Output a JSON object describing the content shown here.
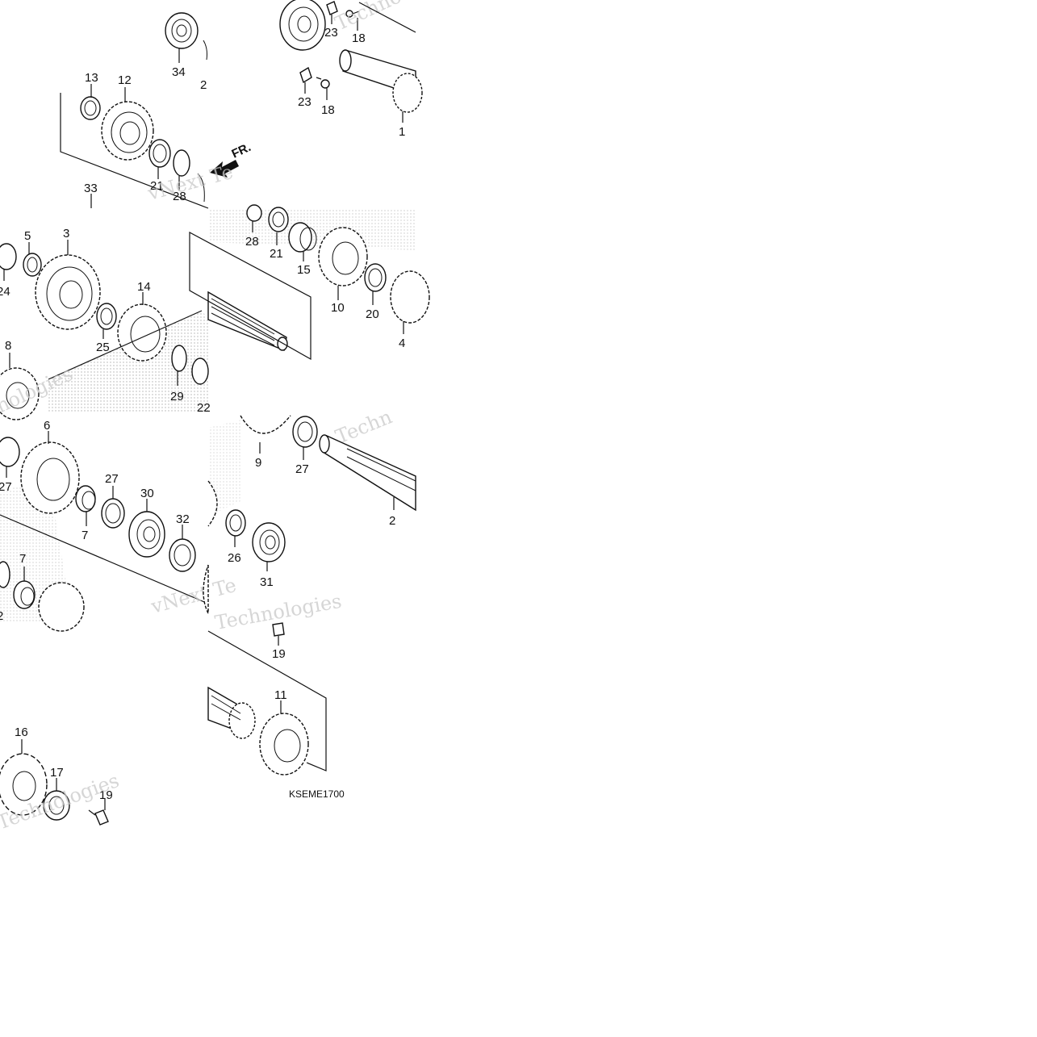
{
  "diagram": {
    "code_label": "KSEME1700",
    "front_arrow_label": "FR.",
    "watermark_text": "vNext Technologies",
    "watermark_fragments": [
      "Techno",
      "vNext Te",
      "vNext Te",
      "Technologies",
      "Techn",
      "nologies",
      "Technologies"
    ],
    "callouts": {
      "p1": "1",
      "p2": "2",
      "p3": "3",
      "p4": "4",
      "p5": "5",
      "p6": "6",
      "p7a": "7",
      "p7b": "7",
      "p8": "8",
      "p9": "9",
      "p10": "10",
      "p11": "11",
      "p12": "12",
      "p13": "13",
      "p14": "14",
      "p15": "15",
      "p16": "16",
      "p17": "17",
      "p18a": "18",
      "p18b": "18",
      "p19a": "19",
      "p19b": "19",
      "p20": "20",
      "p21a": "21",
      "p21b": "21",
      "p22a": "22",
      "p22b": "2",
      "p23a": "23",
      "p23b": "23",
      "p24": "24",
      "p25": "25",
      "p26": "26",
      "p27a": "27",
      "p27b": "27",
      "p27c": "27",
      "p28a": "28",
      "p28b": "28",
      "p29": "29",
      "p30": "30",
      "p31": "31",
      "p32": "32",
      "p33": "33",
      "p34": "34",
      "p2b": "2"
    }
  }
}
